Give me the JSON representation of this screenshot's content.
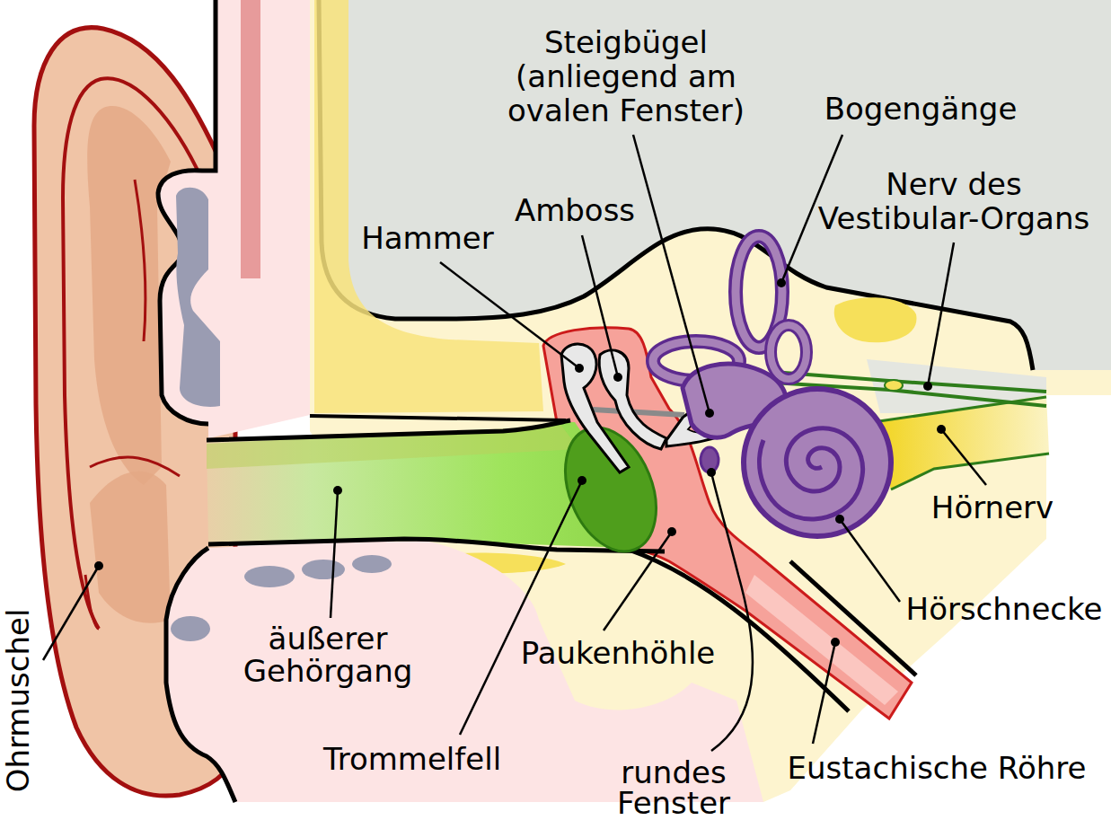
{
  "diagram": {
    "labels": [
      "Steigbügel (anliegend am ovalen Fenster)",
      "Bogengänge",
      "Nerv des Vestibular-Organs",
      "Amboss",
      "Hammer",
      "Hörnerv",
      "Ohrmuschel",
      "äußerer Gehörgang",
      "Paukenhöhle",
      "Hörschnecke",
      "Trommelfell",
      "rundes Fenster",
      "Eustachische Röhre"
    ]
  }
}
